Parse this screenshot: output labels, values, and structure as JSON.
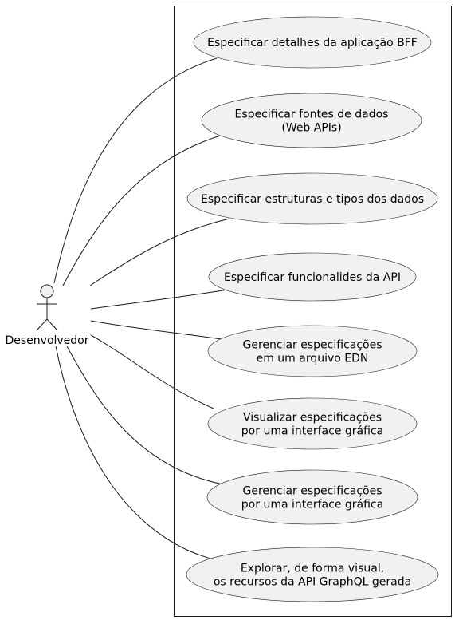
{
  "actor": {
    "name": "Desenvolvedor"
  },
  "use_cases": [
    {
      "lines": [
        "Especificar detalhes da aplicação BFF"
      ]
    },
    {
      "lines": [
        "Especificar fontes de dados",
        "(Web APIs)"
      ]
    },
    {
      "lines": [
        "Especificar estruturas e tipos dos dados"
      ]
    },
    {
      "lines": [
        "Especificar funcionalides da API"
      ]
    },
    {
      "lines": [
        "Gerenciar especificações",
        "em um arquivo EDN"
      ]
    },
    {
      "lines": [
        "Visualizar especificações",
        "por uma interface gráfica"
      ]
    },
    {
      "lines": [
        "Gerenciar especificações",
        "por uma interface gráfica"
      ]
    },
    {
      "lines": [
        "Explorar, de forma visual,",
        "os recursos da API GraphQL gerada"
      ]
    }
  ],
  "colors": {
    "use_case_fill": "#f1f1f1",
    "stroke": "#181818",
    "background": "#ffffff"
  }
}
